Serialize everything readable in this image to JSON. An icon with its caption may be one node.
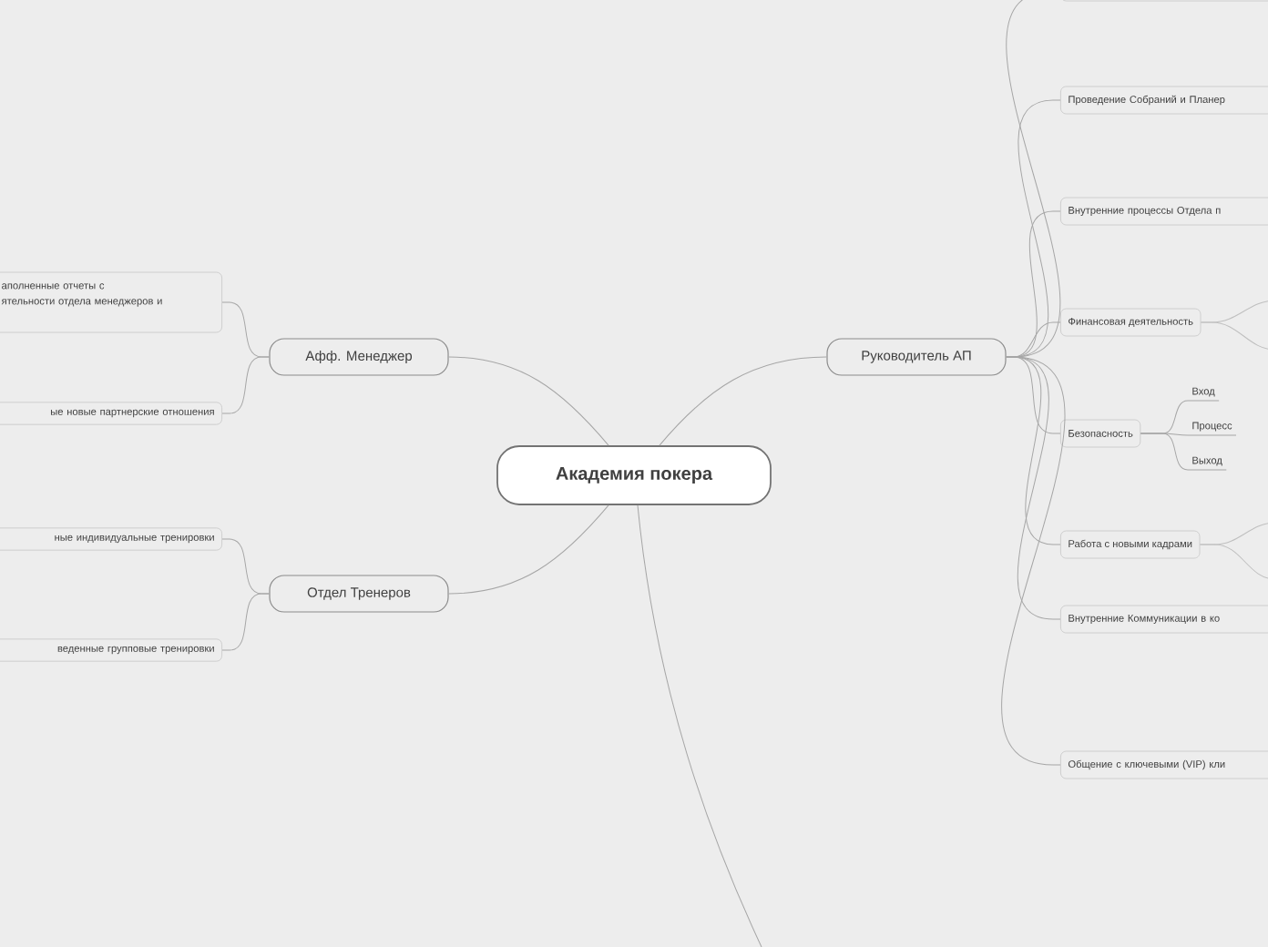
{
  "diagram": {
    "nodes": [
      {
        "text": [
          "Академия покера"
        ]
      },
      {
        "text": [
          "Афф. Менеджер"
        ]
      },
      {
        "text": [
          "Отдел Тренеров"
        ]
      },
      {
        "text": [
          "Руководитель АП"
        ]
      },
      {
        "text": [
          "аполненные отчеты с ятельности отдела менеджеров и"
        ]
      },
      {
        "text": [
          "ые новые партнерские отношения"
        ]
      },
      {
        "text": [
          "ные индивидуальные тренировки"
        ]
      },
      {
        "text": [
          "веденные групповые тренировки"
        ]
      },
      {
        "text": [],
        "shape": "box"
      },
      {
        "text": [
          "Проведение Собраний и Планер"
        ]
      },
      {
        "text": [
          "Внутренние процессы Отдела п"
        ]
      },
      {
        "text": [
          "Финансовая деятельность"
        ]
      },
      {
        "text": [
          "Безопасность"
        ]
      },
      {
        "text": [
          "Вход"
        ]
      },
      {
        "text": [
          "Процесс"
        ]
      },
      {
        "text": [
          "Выход"
        ]
      },
      {
        "text": [
          "Работа с новыми кадрами"
        ]
      },
      {
        "text": [
          "Внутренние Коммуникации в ко"
        ]
      },
      {
        "text": [
          "Общение с ключевыми (VIP) кли"
        ]
      }
    ],
    "edges": [
      {
        "from": 0,
        "to": 1,
        "arrow": "none"
      },
      {
        "from": 0,
        "to": 2,
        "arrow": "none"
      },
      {
        "from": 0,
        "to": 3,
        "arrow": "none"
      },
      {
        "from": 0,
        "to": null,
        "arrow": "none"
      },
      {
        "from": 1,
        "to": 4,
        "arrow": "none"
      },
      {
        "from": 1,
        "to": 5,
        "arrow": "none"
      },
      {
        "from": 2,
        "to": 6,
        "arrow": "none"
      },
      {
        "from": 2,
        "to": 7,
        "arrow": "none"
      },
      {
        "from": 3,
        "to": 8,
        "arrow": "none"
      },
      {
        "from": 3,
        "to": 9,
        "arrow": "none"
      },
      {
        "from": 3,
        "to": 10,
        "arrow": "none"
      },
      {
        "from": 3,
        "to": 11,
        "arrow": "none"
      },
      {
        "from": 3,
        "to": 12,
        "arrow": "none"
      },
      {
        "from": 3,
        "to": 16,
        "arrow": "none"
      },
      {
        "from": 3,
        "to": 17,
        "arrow": "none"
      },
      {
        "from": 3,
        "to": 18,
        "arrow": "none"
      },
      {
        "from": 12,
        "to": 13,
        "arrow": "none"
      },
      {
        "from": 12,
        "to": 14,
        "arrow": "none"
      },
      {
        "from": 12,
        "to": 15,
        "arrow": "none"
      }
    ]
  }
}
